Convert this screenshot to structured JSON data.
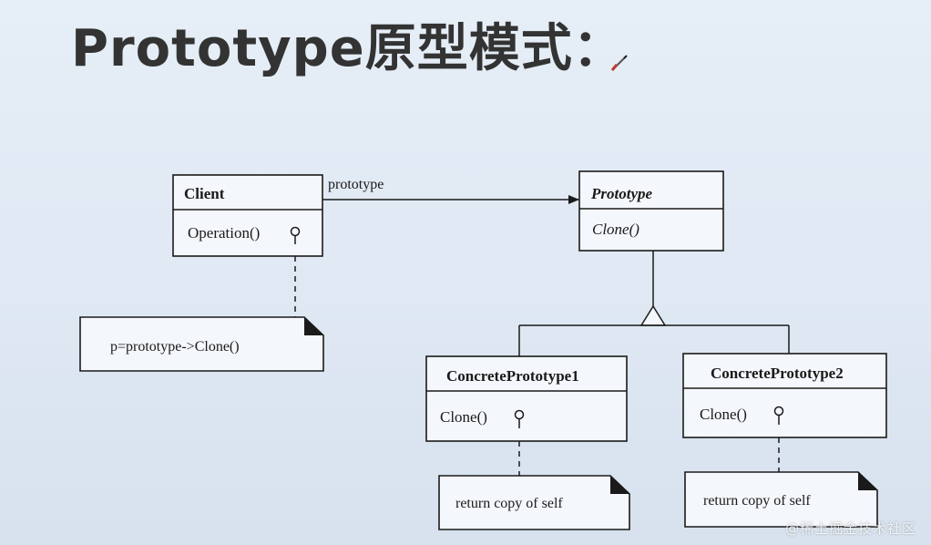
{
  "title": "Prototype原型模式：",
  "icons": {
    "pen": "pen-icon"
  },
  "diagram": {
    "client": {
      "name": "Client",
      "method": "Operation()"
    },
    "prototype": {
      "name": "Prototype",
      "method": "Clone()"
    },
    "association_label": "prototype",
    "concrete1": {
      "name": "ConcretePrototype1",
      "method": "Clone()"
    },
    "concrete2": {
      "name": "ConcretePrototype2",
      "method": "Clone()"
    },
    "notes": {
      "client": "p=prototype->Clone()",
      "concrete1": "return copy of self",
      "concrete2": "return copy of self"
    }
  },
  "watermark": "@稀土掘金技术社区"
}
